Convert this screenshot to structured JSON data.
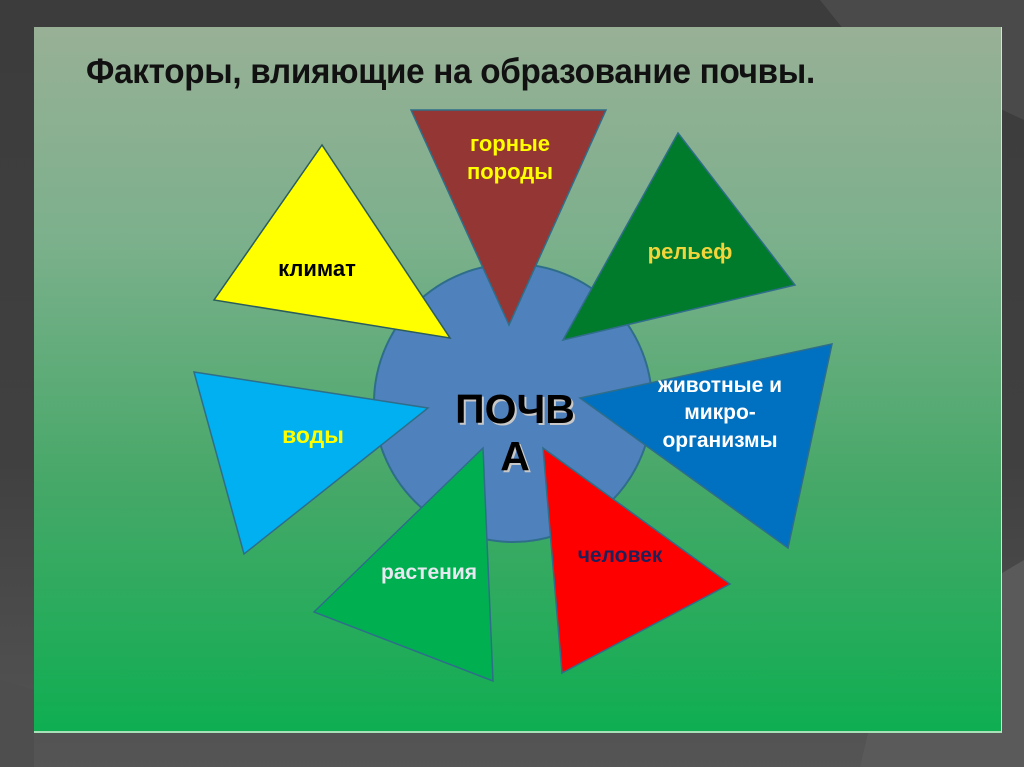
{
  "slide": {
    "title": "Факторы, влияющие на образование почвы.",
    "background_top": "#98b096",
    "background_bottom": "#0fae52"
  },
  "center": {
    "line1": "ПОЧВ",
    "line2": "А",
    "color": "#4f81bd"
  },
  "factors": [
    {
      "id": "climate",
      "label": "климат",
      "fill": "#ffff00",
      "text_color": "#000000"
    },
    {
      "id": "rocks",
      "line1": "горные",
      "line2": "породы",
      "fill": "#943634",
      "text_color": "#ffff00"
    },
    {
      "id": "relief",
      "label": "рельеф",
      "fill": "#007a2b",
      "text_color": "#f2d53a"
    },
    {
      "id": "animals",
      "line1": "животные и",
      "line2": "микро-",
      "line3": "организмы",
      "fill": "#0070c0",
      "text_color": "#ffffff"
    },
    {
      "id": "human",
      "label": "человек",
      "fill": "#ff0000",
      "text_color": "#1f1f5a"
    },
    {
      "id": "plants",
      "label": "растения",
      "fill": "#00b050",
      "text_color": "#e8e8f0"
    },
    {
      "id": "water",
      "label": "воды",
      "fill": "#00b0f0",
      "text_color": "#ffff00"
    }
  ]
}
